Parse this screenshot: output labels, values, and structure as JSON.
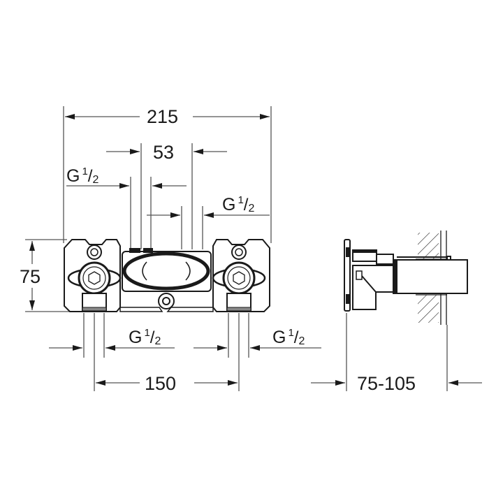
{
  "drawing": {
    "type": "technical dimension drawing",
    "front_view": {
      "overall_width": "215",
      "center_width": "53",
      "height": "75",
      "inlet_spacing": "150",
      "thread_labels": {
        "top_left": {
          "prefix": "G",
          "num": "1",
          "den": "2"
        },
        "top_right": {
          "prefix": "G",
          "num": "1",
          "den": "2"
        },
        "bottom_left": {
          "prefix": "G",
          "num": "1",
          "den": "2"
        },
        "bottom_right": {
          "prefix": "G",
          "num": "1",
          "den": "2"
        }
      }
    },
    "side_view": {
      "depth_range": "75-105"
    },
    "line_color": "#1a1a1a",
    "dim_line_color": "#555555"
  }
}
